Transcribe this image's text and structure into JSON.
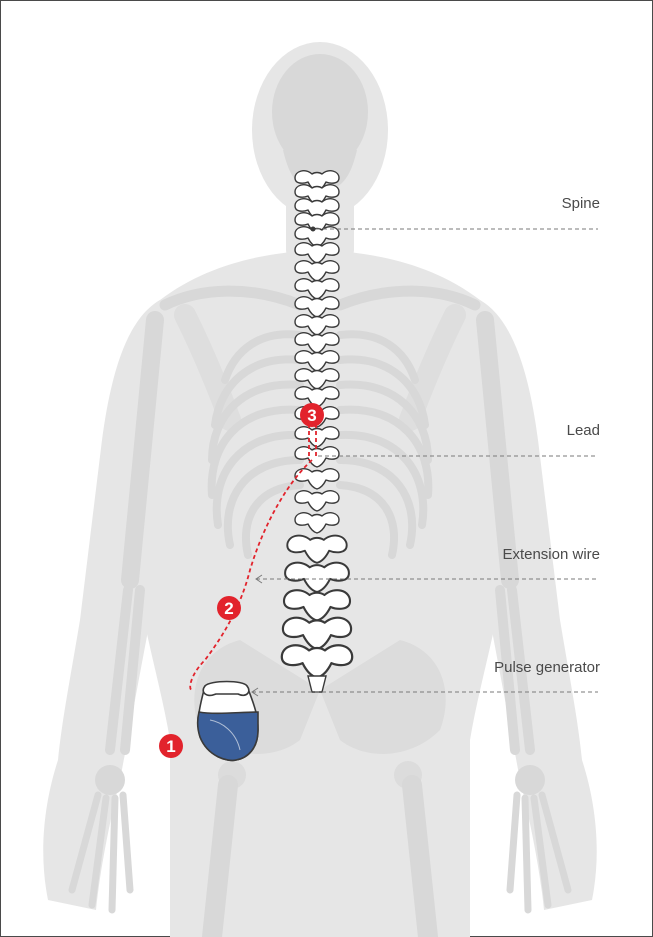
{
  "labels": {
    "spine": "Spine",
    "lead": "Lead",
    "extension_wire": "Extension wire",
    "pulse_generator": "Pulse generator"
  },
  "markers": [
    "1",
    "2",
    "3"
  ],
  "colors": {
    "silhouette": "#e6e6e6",
    "bone": "#d9d9d9",
    "vertebra_fill": "#ffffff",
    "vertebra_stroke": "#3a3a3a",
    "wire": "#e2232c",
    "badge": "#e2232c",
    "generator_fill": "#3b5f9a",
    "label_text": "#4a4a4a",
    "leader_line": "#7a7a7a"
  }
}
